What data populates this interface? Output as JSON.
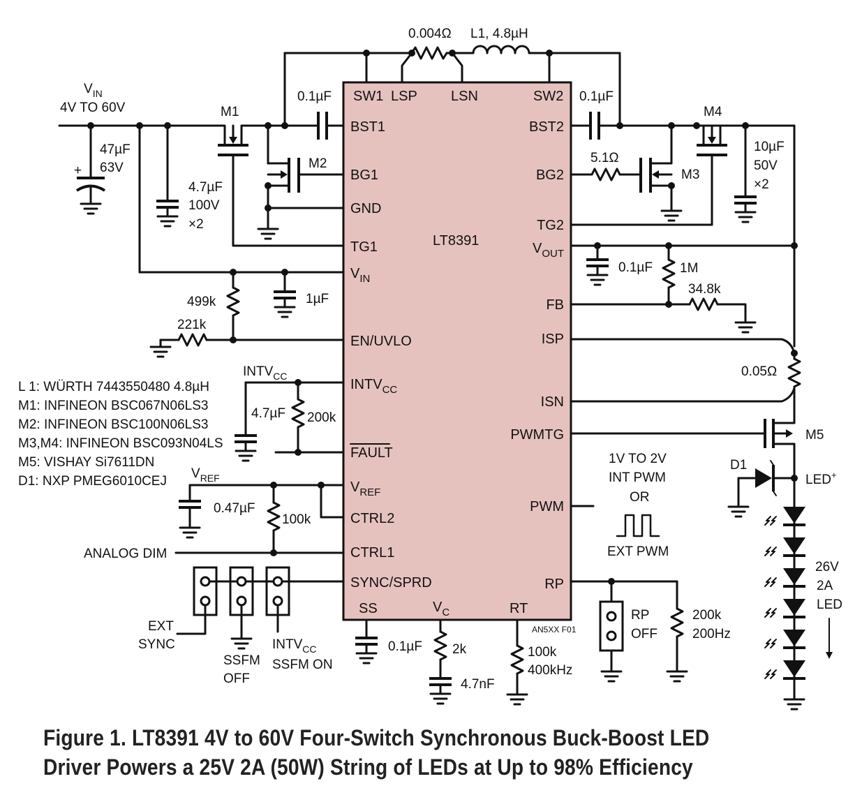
{
  "ic": {
    "name": "LT8391",
    "fill": "#e6c2bf",
    "pins_left": [
      "BST1",
      "BG1",
      "GND",
      "TG1",
      "V",
      "EN/UVLO",
      "INTV",
      "FAULT",
      "V",
      "CTRL2",
      "CTRL1",
      "SYNC/SPRD"
    ],
    "pins_left_sub": {
      "vin": "IN",
      "intvcc": "CC",
      "vref": "REF"
    },
    "pins_right": [
      "BST2",
      "BG2",
      "TG2",
      "V",
      "FB",
      "ISP",
      "ISN",
      "PWMTG",
      "PWM",
      "RP"
    ],
    "pins_right_sub": {
      "vout": "OUT"
    },
    "pins_top": [
      "SW1",
      "LSP",
      "LSN",
      "SW2"
    ],
    "pins_bottom": [
      "SS",
      "V",
      "RT"
    ],
    "pins_bottom_sub": {
      "vc": "C"
    },
    "figure_code": "AN5XX F01"
  },
  "labels": {
    "vin_v": "V",
    "vin_sub": "IN",
    "vin_range": "4V TO 60V",
    "cin1_a": "47µF",
    "cin1_b": "63V",
    "plus": "+",
    "cin2_a": "4.7µF",
    "cin2_b": "100V",
    "cin2_c": "×2",
    "m1": "M1",
    "m2": "M2",
    "m3": "M3",
    "m4": "M4",
    "m5": "M5",
    "d1": "D1",
    "cbst1": "0.1µF",
    "cbst2": "0.1µF",
    "rsense": "0.004Ω",
    "l1": "L1, 4.8µH",
    "rbg2": "5.1Ω",
    "cout_a": "10µF",
    "cout_b": "50V",
    "cout_c": "×2",
    "cvout": "0.1µF",
    "r1m": "1M",
    "r348": "34.8k",
    "cvin": "1µF",
    "r499": "499k",
    "r221": "221k",
    "intvcc_v": "INTV",
    "intvcc_sub": "CC",
    "cintvcc": "4.7µF",
    "r200k_fault": "200k",
    "vref_v": "V",
    "vref_sub": "REF",
    "cref": "0.47µF",
    "r100k": "100k",
    "analog_dim": "ANALOG DIM",
    "rled": "0.05Ω",
    "led_plus": "LED",
    "led_plus_sup": "+",
    "pwm_a": "1V TO 2V",
    "pwm_b": "INT PWM",
    "pwm_c": "OR",
    "pwm_d": "EXT PWM",
    "led_a": "26V",
    "led_b": "2A",
    "led_c": "LED",
    "rp_a": "RP",
    "rp_b": "OFF",
    "rrp_a": "200k",
    "rrp_b": "200Hz",
    "rrt_a": "100k",
    "rrt_b": "400kHz",
    "css": "0.1µF",
    "rvc": "2k",
    "cvc": "4.7nF",
    "ext_a": "EXT",
    "ext_b": "SYNC",
    "ssfm_a": "SSFM",
    "ssfm_b": "OFF",
    "ssfm_on_a": "INTV",
    "ssfm_on_a_sub": "CC",
    "ssfm_on_b": "SSFM ON"
  },
  "bom": [
    "L 1: WÜRTH 7443550480 4.8µH",
    "M1: INFINEON BSC067N06LS3",
    "M2: INFINEON BSC100N06LS3",
    "M3,M4: INFINEON BSC093N04LS",
    "M5: VISHAY Si7611DN",
    "D1: NXP PMEG6010CEJ"
  ],
  "caption": [
    "Figure 1. LT8391 4V to 60V Four-Switch Synchronous Buck-Boost LED",
    "Driver Powers a 25V 2A (50W) String of LEDs at Up to 98% Efficiency"
  ]
}
